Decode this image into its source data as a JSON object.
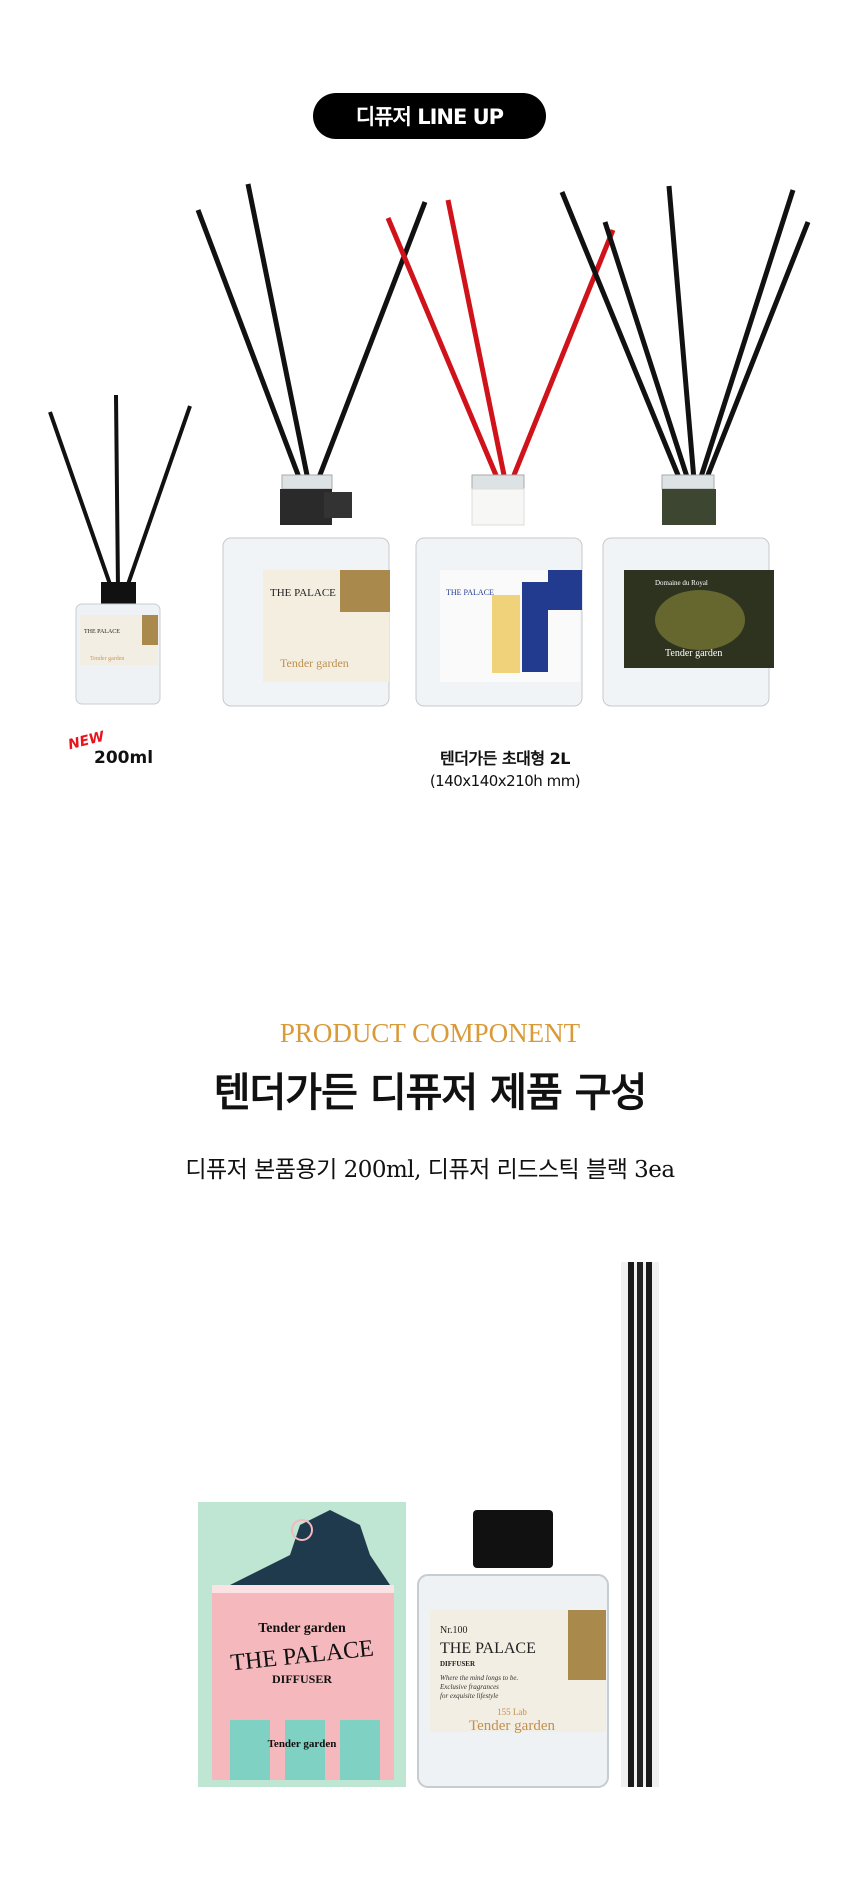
{
  "lineup": {
    "badge": "디퓨저 LINE UP",
    "new_tag": "NEW",
    "small_size": "200ml",
    "large_name": "텐더가든 초대형 2L",
    "large_dims": "(140x140x210h mm)"
  },
  "component": {
    "eyebrow": "PRODUCT COMPONENT",
    "title": "텐더가든 디퓨저 제품 구성",
    "subtitle": "디퓨저 본품용기 200ml, 디퓨저 리드스틱 블랙 3ea"
  },
  "label": {
    "nr": "Nr.100",
    "name": "THE PALACE",
    "type": "DIFFUSER",
    "line1": "Where the mind longs to be.",
    "line2": "Exclusive fragrances",
    "line3": "for exquisite lifestyle",
    "lab": "155 Lab",
    "brand": "Tender garden",
    "domaine": "Domaine du Royal"
  },
  "colors": {
    "accent": "#d99a38",
    "red": "#d0121a",
    "mint": "#bfe6d3",
    "pink": "#f4b8bd",
    "navy": "#1f3a4d",
    "kraft": "#a98a4c"
  }
}
